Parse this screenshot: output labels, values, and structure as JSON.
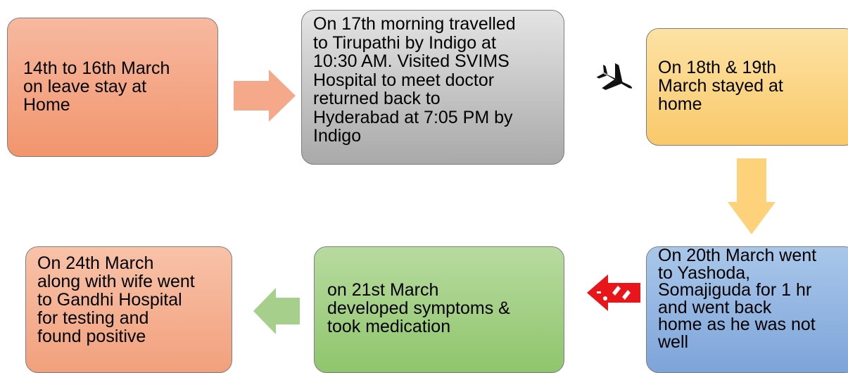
{
  "steps": [
    {
      "id": "step1",
      "text": "14th to 16th March\non leave stay at\nHome"
    },
    {
      "id": "step2",
      "text": "On 17th morning travelled\nto Tirupathi by Indigo at\n10:30 AM. Visited SVIMS\nHospital to meet doctor\nreturned back to\nHyderabad at 7:05 PM by\nIndigo"
    },
    {
      "id": "step3",
      "text": "On 18th & 19th\nMarch stayed at\nhome"
    },
    {
      "id": "step4",
      "text": "On 20th March went\nto Yashoda,\nSomajiguda for 1 hr\nand went back\nhome as he was not\nwell"
    },
    {
      "id": "step5",
      "text": "on 21st March\ndeveloped symptoms &\ntook medication"
    },
    {
      "id": "step6",
      "text": "On 24th March\nalong with wife went\nto Gandhi Hospital\nfor testing and\nfound positive"
    }
  ],
  "icons": {
    "airplane": "airplane-icon",
    "warning": "warning-arrow-icon"
  },
  "colors": {
    "step1": "#f4a583",
    "step2": "#c4c4c4",
    "step3": "#fbd78a",
    "step4": "#8fb1df",
    "step5": "#a6d088",
    "step6": "#f5b090",
    "arrow1": "#f5a98a",
    "arrow_down": "#fdd27a",
    "arrow_red": "#e8151b",
    "arrow_green": "#a6cf8c"
  }
}
